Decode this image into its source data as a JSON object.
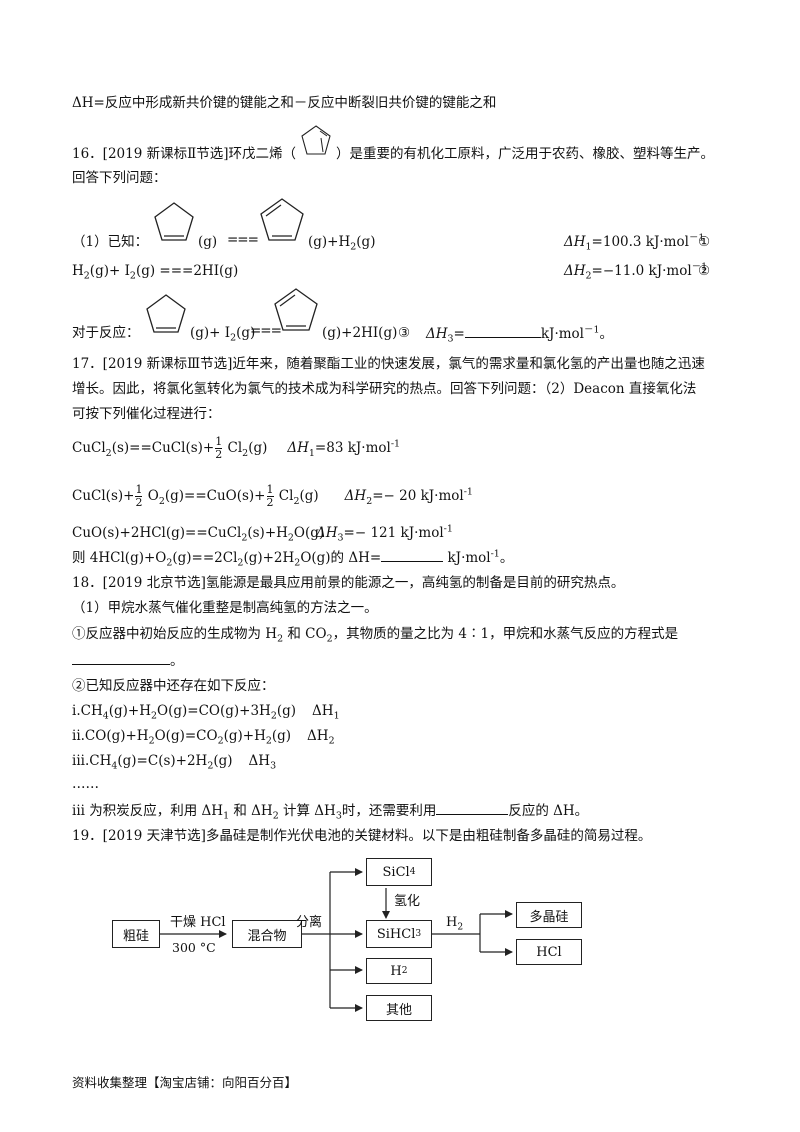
{
  "line_dh": {
    "text": "ΔH=反应中形成新共价键的键能之和－反应中断裂旧共价键的键能之和"
  },
  "q16": {
    "head_a": "16．[2019 新课标Ⅱ节选]环戊二烯（",
    "head_b": "）是重要的有机化工原料，广泛用于农药、橡胶、塑料等生产。",
    "head2": "回答下列问题：",
    "eq1_prefix": "（1）已知：",
    "eq1_g1": "(g)",
    "eq1_arrow": "===",
    "eq1_g2": "(g)+H",
    "eq1_g2_sub": "2",
    "eq1_g2_end": "(g)",
    "dh1_label": "ΔH",
    "dh1_sub": "1",
    "dh1_value": "=100.3 kJ·mol",
    "dh1_unit_sup": "－1",
    "dh1_num": "①",
    "eq2_a": "H",
    "eq2_a_sub": "2",
    "eq2_b": "(g)+ I",
    "eq2_b_sub": "2",
    "eq2_c": "(g) ===2HI(g)",
    "dh2_label": "ΔH",
    "dh2_sub": "2",
    "dh2_value": "=−11.0 kJ·mol",
    "dh2_unit_sup": "－1",
    "dh2_num": "②",
    "eq3_prefix": "对于反应：",
    "eq3_g1": "(g)+ I",
    "eq3_g1_sub": "2",
    "eq3_g1_end": "(g)",
    "eq3_arrow": "===",
    "eq3_g2": "(g)+2HI(g)",
    "eq3_num": "③",
    "dh3_label": "ΔH",
    "dh3_sub": "3",
    "dh3_eq": "=",
    "dh3_unit": "kJ·mol",
    "dh3_unit_sup": "－1",
    "dh3_end": "。"
  },
  "q17": {
    "line1": "17．[2019 新课标Ⅲ节选]近年来，随着聚酯工业的快速发展，氯气的需求量和氯化氢的产出量也随之迅速",
    "line2": "增长。因此，将氯化氢转化为氯气的技术成为科学研究的热点。回答下列问题：（2）Deacon 直接氧化法",
    "line3": "可按下列催化过程进行：",
    "r1_a": "CuCl",
    "r1_a_sub": "2",
    "r1_b": "(s)==CuCl(s)+",
    "r1_frac_num": "1",
    "r1_frac_den": "2",
    "r1_c": " Cl",
    "r1_c_sub": "2",
    "r1_d": "(g)",
    "r1_dh_label": "ΔH",
    "r1_dh_sub": "1",
    "r1_dh_val": "=83 kJ·mol",
    "r1_dh_sup": "-1",
    "r2_a": "CuCl(s)+",
    "r2_frac1_num": "1",
    "r2_frac1_den": "2",
    "r2_b": " O",
    "r2_b_sub": "2",
    "r2_c": "(g)==CuO(s)+",
    "r2_frac2_num": "1",
    "r2_frac2_den": "2",
    "r2_d": " Cl",
    "r2_d_sub": "2",
    "r2_e": "(g)",
    "r2_dh_label": "ΔH",
    "r2_dh_sub": "2",
    "r2_dh_val": "=− 20 kJ·mol",
    "r2_dh_sup": "-1",
    "r3_a": "CuO(s)+2HCl(g)==CuCl",
    "r3_a_sub": "2",
    "r3_b": "(s)+H",
    "r3_b_sub": "2",
    "r3_c": "O(g)",
    "r3_dh_label": "ΔH",
    "r3_dh_sub": "3",
    "r3_dh_val": "=− 121 kJ·mol",
    "r3_dh_sup": "-1",
    "ask_a": "则 4HCl(g)+O",
    "ask_a_sub": "2",
    "ask_b": "(g)==2Cl",
    "ask_b_sub": "2",
    "ask_c": "(g)+2H",
    "ask_c_sub": "2",
    "ask_d": "O(g)的 ΔH=",
    "ask_unit": " kJ·mol",
    "ask_sup": "-1",
    "ask_end": "。"
  },
  "q18": {
    "line1": "18．[2019 北京节选]氢能源是最具应用前景的能源之一，高纯氢的制备是目前的研究热点。",
    "line2": "（1）甲烷水蒸气催化重整是制高纯氢的方法之一。",
    "line3_a": "①反应器中初始反应的生成物为 H",
    "line3_a_sub": "2",
    "line3_b": " 和 CO",
    "line3_b_sub": "2",
    "line3_c": "，其物质的量之比为 4∶1，甲烷和水蒸气反应的方程式是",
    "line4_end": "。",
    "line5": "②已知反应器中还存在如下反应：",
    "ri_a": "i.CH",
    "ri_a_sub": "4",
    "ri_b": "(g)+H",
    "ri_b_sub": "2",
    "ri_c": "O(g)=CO(g)+3H",
    "ri_c_sub": "2",
    "ri_d": "(g)",
    "ri_dh": "ΔH",
    "ri_dh_sub": "1",
    "rii_a": "ii.CO(g)+H",
    "rii_a_sub": "2",
    "rii_b": "O(g)=CO",
    "rii_b_sub": "2",
    "rii_c": "(g)+H",
    "rii_c_sub": "2",
    "rii_d": "(g)",
    "rii_dh": "ΔH",
    "rii_dh_sub": "2",
    "riii_a": "iii.CH",
    "riii_a_sub": "4",
    "riii_b": "(g)=C(s)+2H",
    "riii_b_sub": "2",
    "riii_c": "(g)",
    "riii_dh": "ΔH",
    "riii_dh_sub": "3",
    "dots": "……",
    "last_a": "iii 为积炭反应，利用 ΔH",
    "last_a_sub": "1",
    "last_b": " 和 ΔH",
    "last_b_sub": "2",
    "last_c": " 计算 ΔH",
    "last_c_sub": "3",
    "last_d": "时，还需要利用",
    "last_e": "反应的 ΔH。"
  },
  "q19": {
    "line1": "19．[2019 天津节选]多晶硅是制作光伏电池的关键材料。以下是由粗硅制备多晶硅的简易过程。",
    "flow": {
      "crude_si": "粗硅",
      "dry_hcl": "干燥 HCl",
      "temp": "300 °C",
      "mixture": "混合物",
      "separate": "分离",
      "sicl4": "SiCl",
      "sicl4_sub": "4",
      "hydrogenate": "氢化",
      "sihcl3": "SiHCl",
      "sihcl3_sub": "3",
      "h2_label": "H",
      "h2_label_sub": "2",
      "h2_box": "H",
      "h2_box_sub": "2",
      "other": "其他",
      "poly_si": "多晶硅",
      "hcl": "HCl"
    }
  },
  "footer": {
    "text": "资料收集整理【淘宝店铺：向阳百分百】"
  }
}
